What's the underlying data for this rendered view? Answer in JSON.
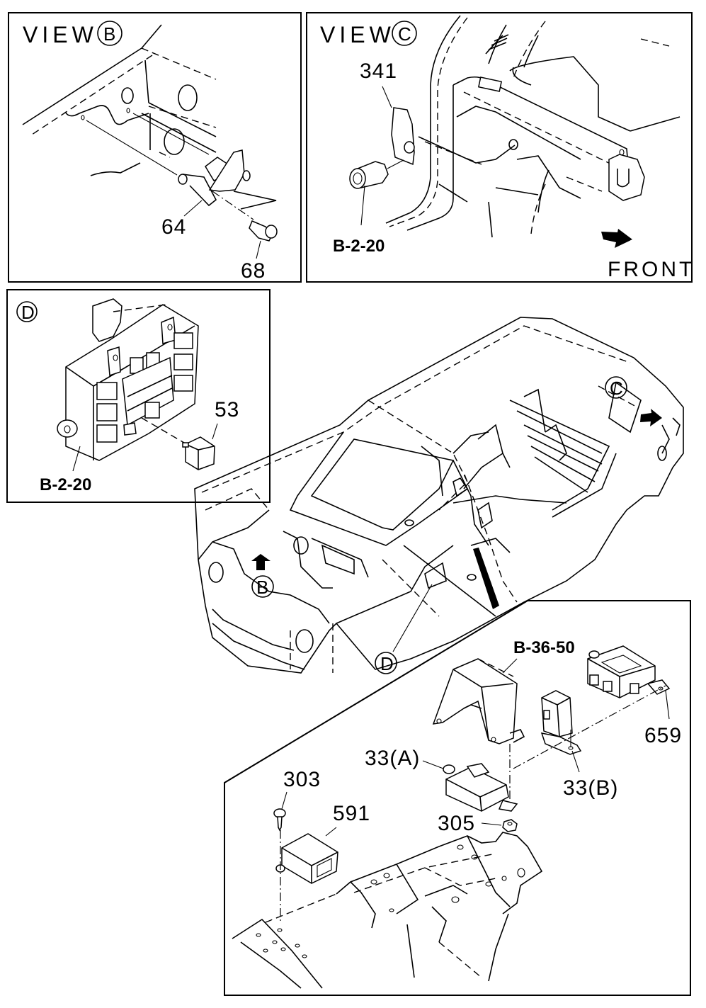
{
  "diagram": {
    "type": "exploded parts diagram",
    "panels": {
      "view_b": {
        "title": "VIEW",
        "marker": "B",
        "parts": [
          {
            "number": "64"
          },
          {
            "number": "68"
          }
        ]
      },
      "view_c": {
        "title": "VIEW",
        "marker": "C",
        "parts": [
          {
            "number": "341"
          }
        ],
        "references": [
          "B-2-20"
        ],
        "direction_label": "FRONT"
      },
      "view_d": {
        "marker": "D",
        "parts": [
          {
            "number": "53"
          }
        ],
        "references": [
          "B-2-20"
        ]
      },
      "main_body": {
        "markers": [
          "B",
          "C",
          "D"
        ]
      },
      "console_detail": {
        "references": [
          "B-36-50"
        ],
        "parts": [
          {
            "number": "659"
          },
          {
            "number": "33(A)"
          },
          {
            "number": "33(B)"
          },
          {
            "number": "303"
          },
          {
            "number": "591"
          },
          {
            "number": "305"
          }
        ]
      }
    }
  }
}
